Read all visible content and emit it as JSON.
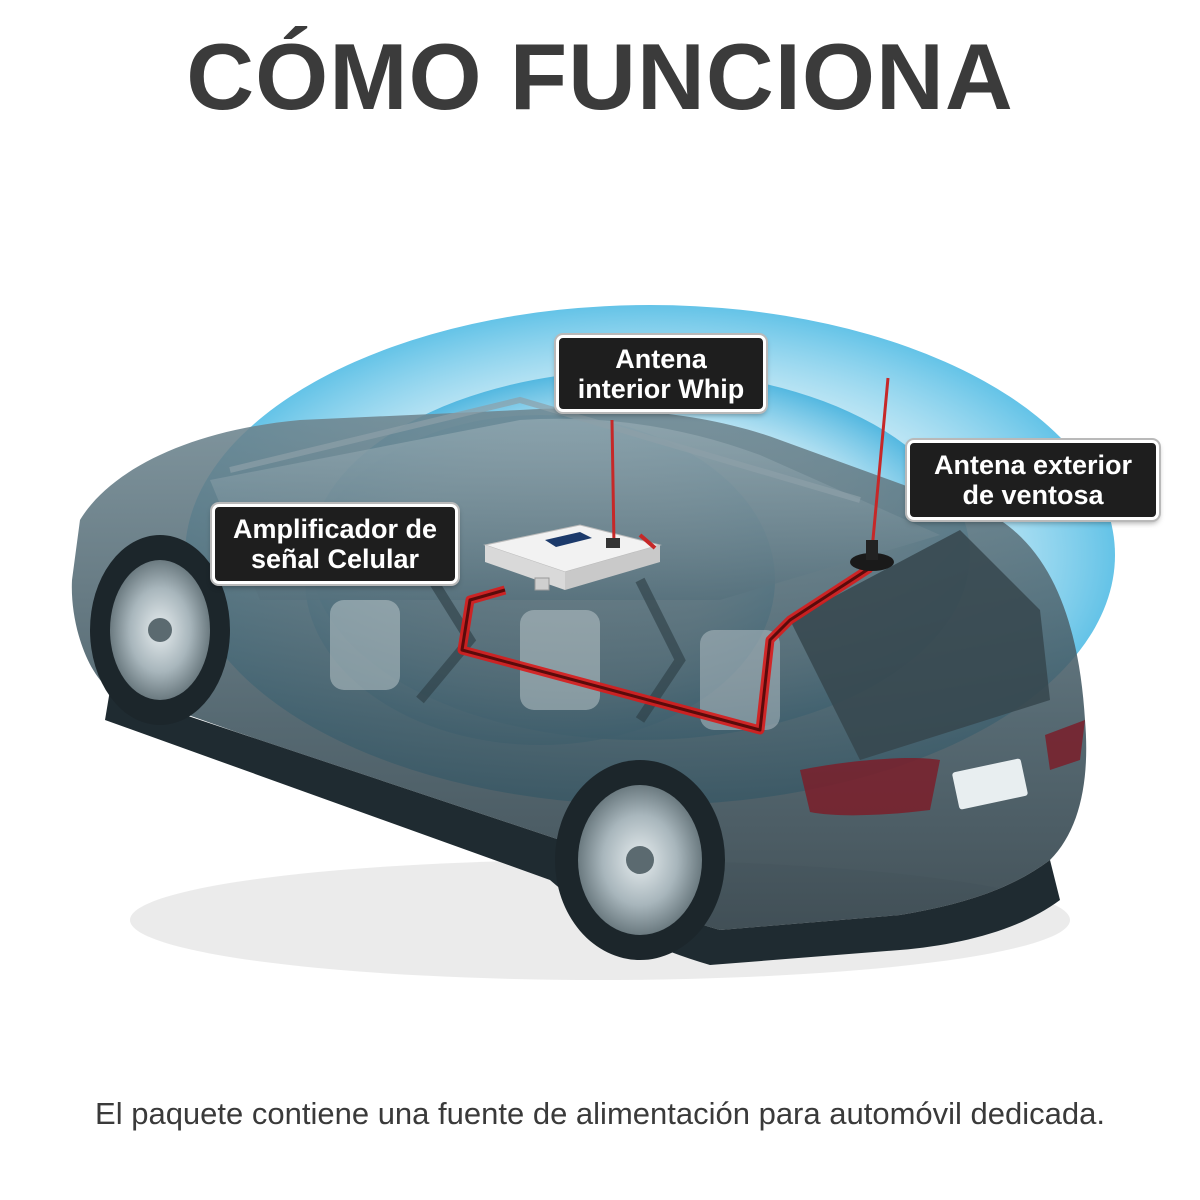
{
  "heading": {
    "title": "CÓMO FUNCIONA"
  },
  "labels": {
    "indoor_whip": [
      "Antena",
      "interior Whip"
    ],
    "outdoor_suction": [
      "Antena exterior",
      "de ventosa"
    ],
    "amplifier": [
      "Amplificador de",
      "señal Celular"
    ]
  },
  "footer": {
    "note": "El paquete contiene una fuente de alimentación para automóvil dedicada."
  },
  "colors": {
    "title": "#3b3b3b",
    "label_bg": "#1e1e1e",
    "signal_blue": "#6fc6e6",
    "car_body": "#4d6570",
    "cable_red": "#d81b1b"
  }
}
